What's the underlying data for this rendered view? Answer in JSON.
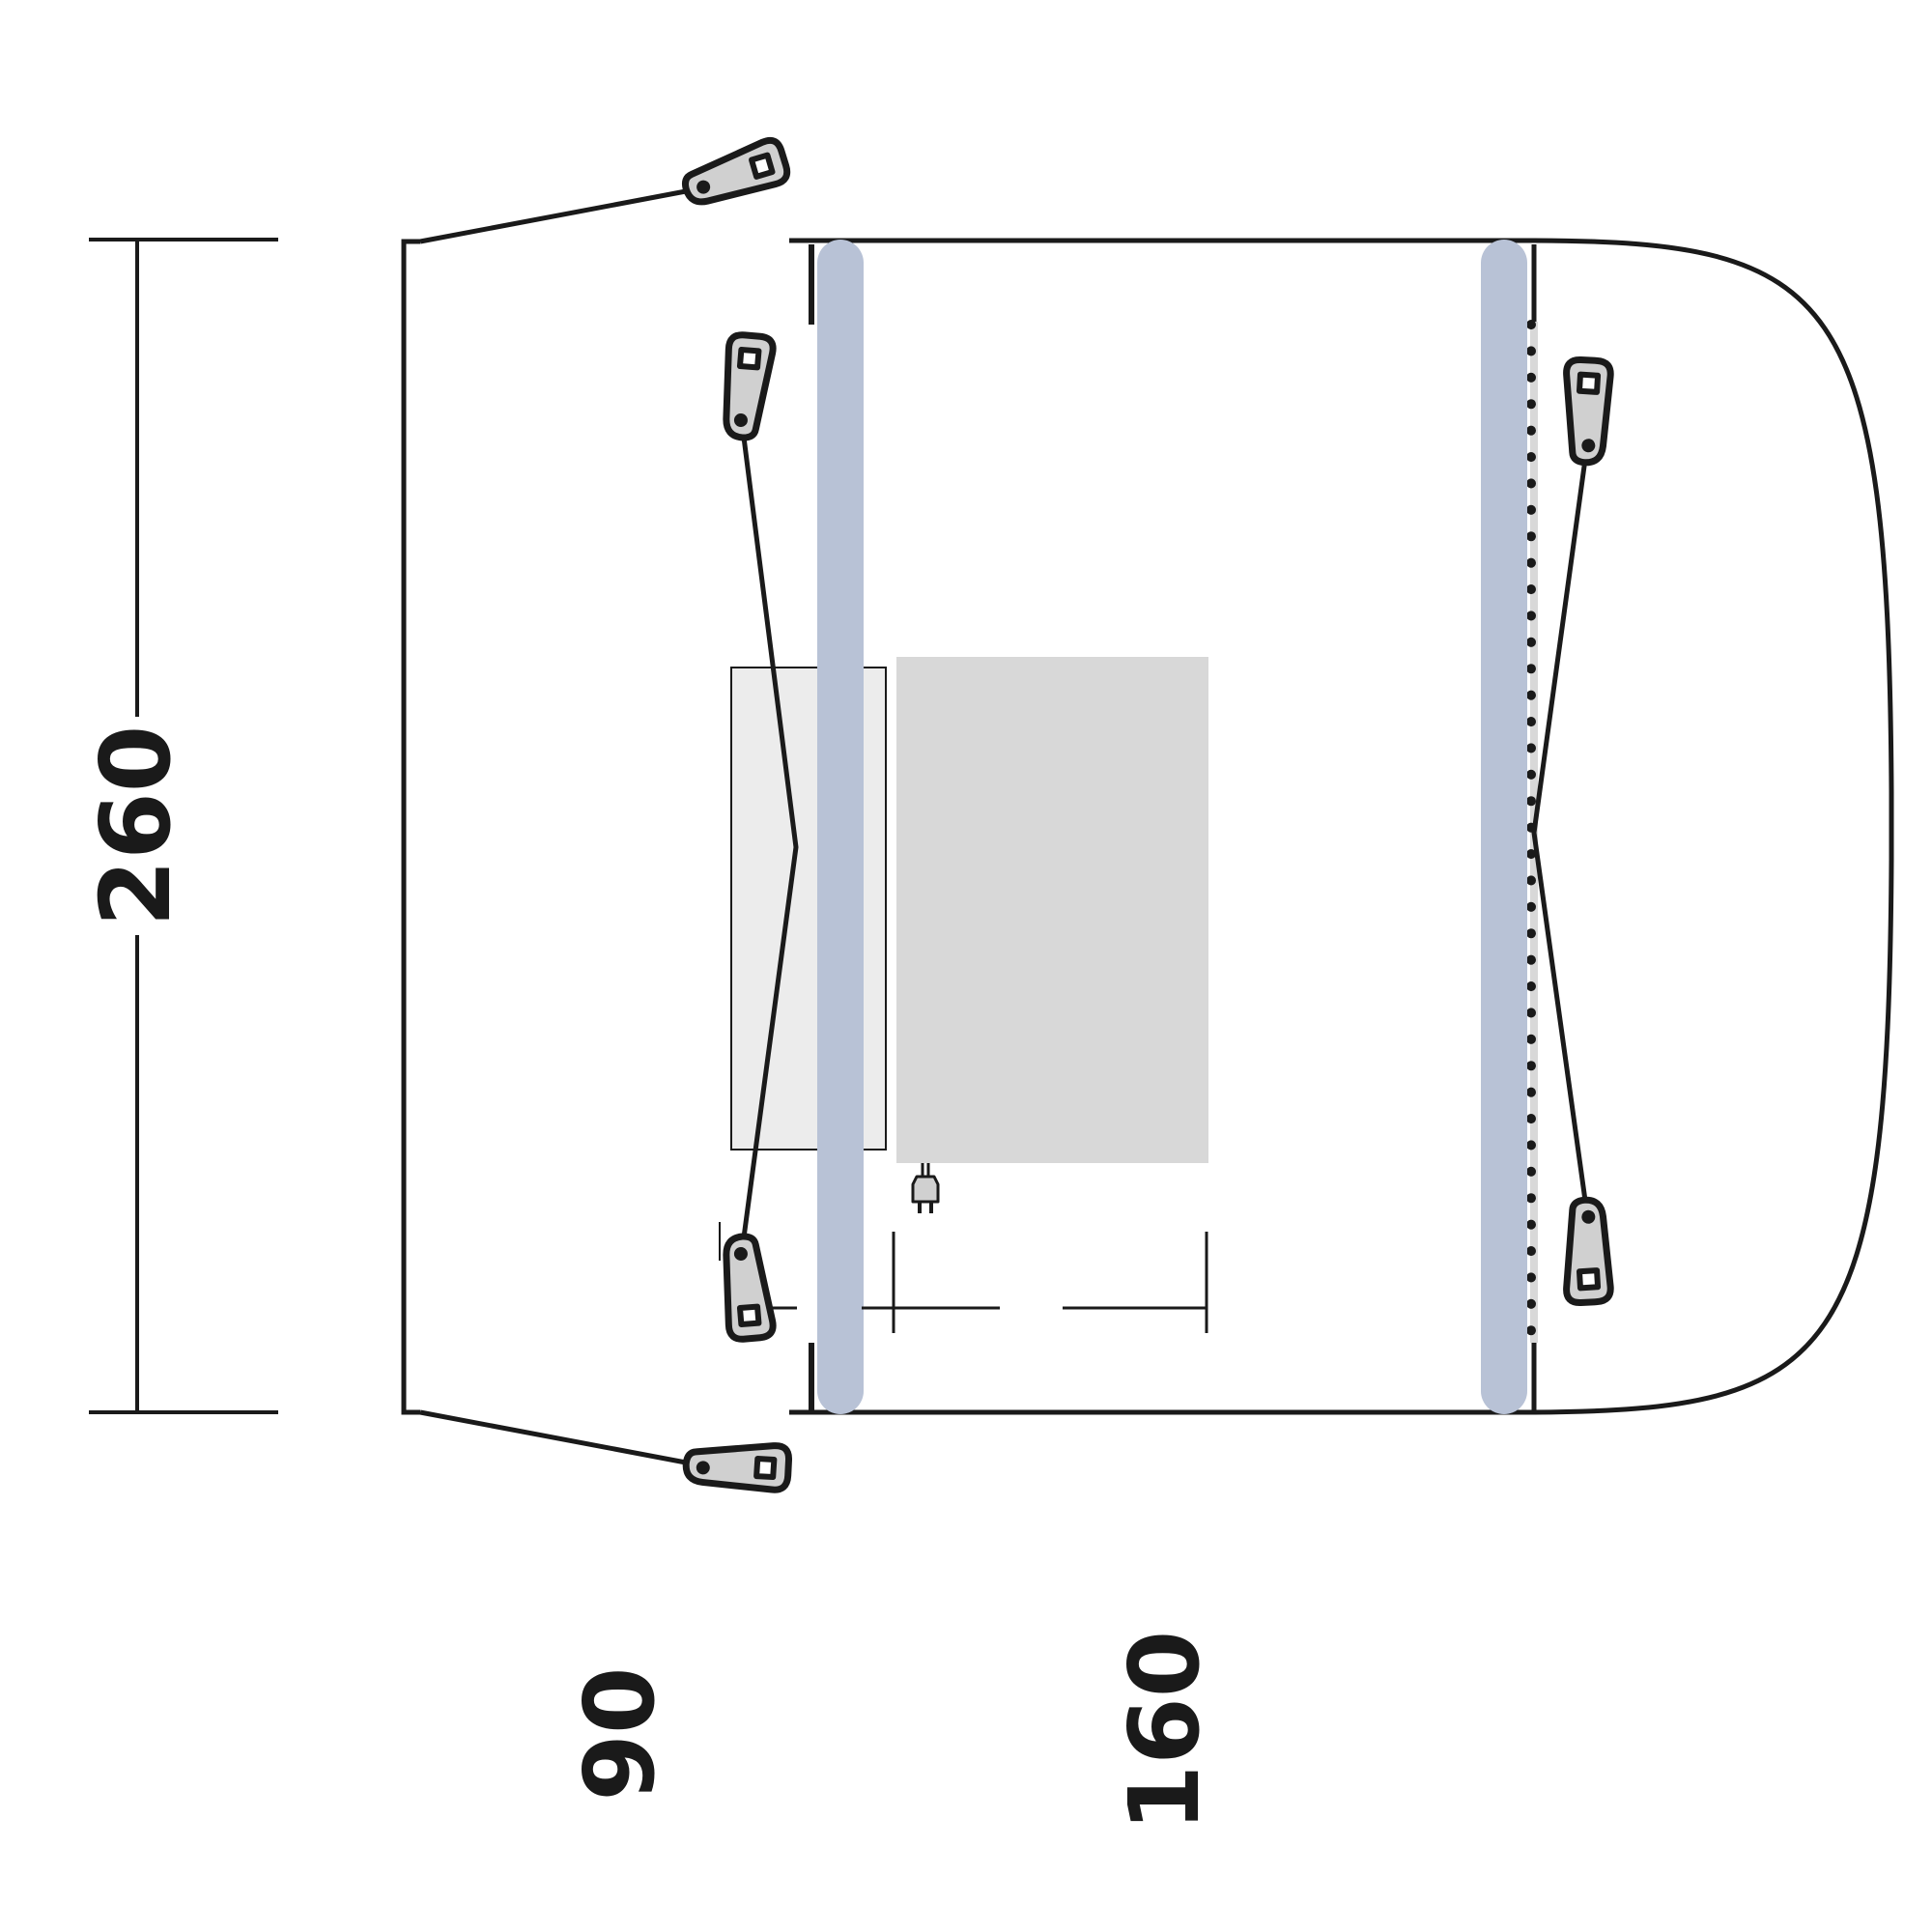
{
  "diagram": {
    "type": "tent-floor-plan",
    "dimensions": {
      "depth_label": "260",
      "porch_width_label": "90",
      "inner_width_label": "160"
    },
    "colors": {
      "outline": "#1a1a1a",
      "air_tube": "#b8c2d6",
      "inner_tent_fill": "#d8d8d8",
      "porch_mat_fill": "#ececec",
      "peg_fill": "#d0d0d0",
      "background": "#ffffff"
    },
    "elements": {
      "air_tubes": 2,
      "guy_lines": 6,
      "pegs": 8,
      "icons": [
        "peg-icon",
        "power-plug-icon"
      ]
    }
  }
}
